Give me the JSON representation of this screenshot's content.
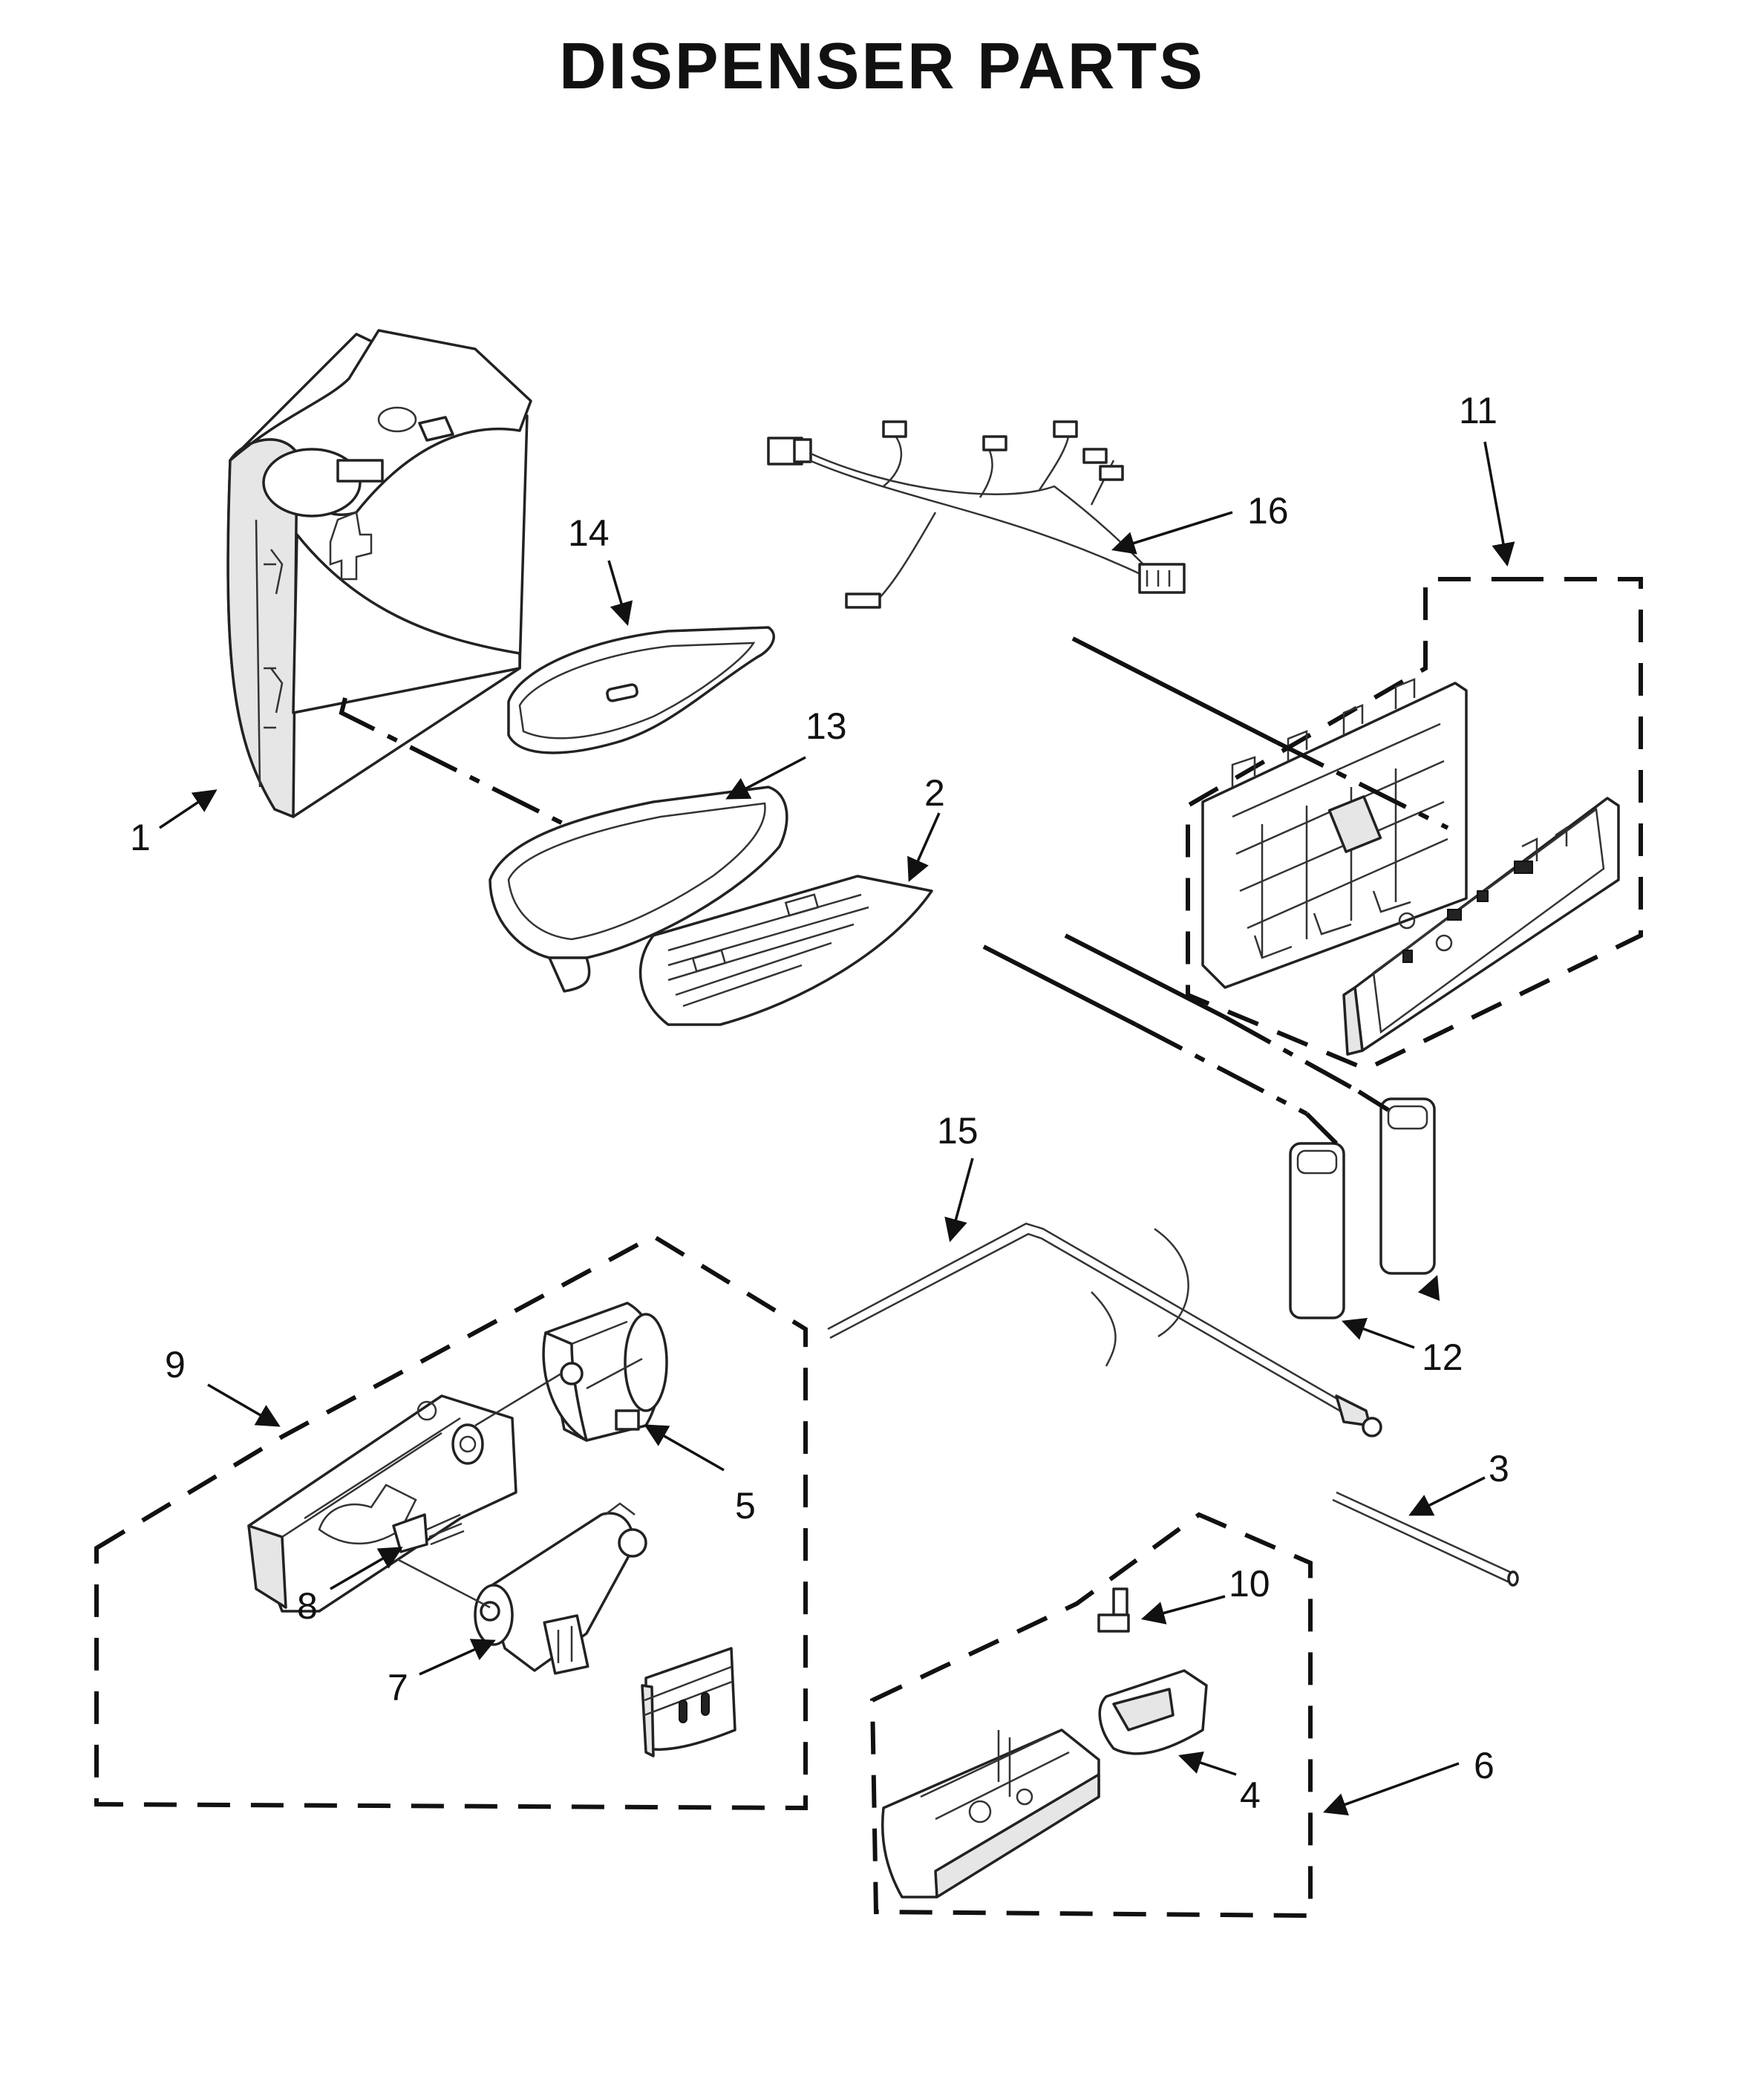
{
  "title": "DISPENSER PARTS",
  "callouts": [
    {
      "id": "1",
      "label": "1"
    },
    {
      "id": "2",
      "label": "2"
    },
    {
      "id": "3",
      "label": "3"
    },
    {
      "id": "4",
      "label": "4"
    },
    {
      "id": "5",
      "label": "5"
    },
    {
      "id": "6",
      "label": "6"
    },
    {
      "id": "7",
      "label": "7"
    },
    {
      "id": "8",
      "label": "8"
    },
    {
      "id": "9",
      "label": "9"
    },
    {
      "id": "10",
      "label": "10"
    },
    {
      "id": "11",
      "label": "11"
    },
    {
      "id": "12",
      "label": "12"
    },
    {
      "id": "13",
      "label": "13"
    },
    {
      "id": "14",
      "label": "14"
    },
    {
      "id": "15",
      "label": "15"
    },
    {
      "id": "16",
      "label": "16"
    }
  ]
}
